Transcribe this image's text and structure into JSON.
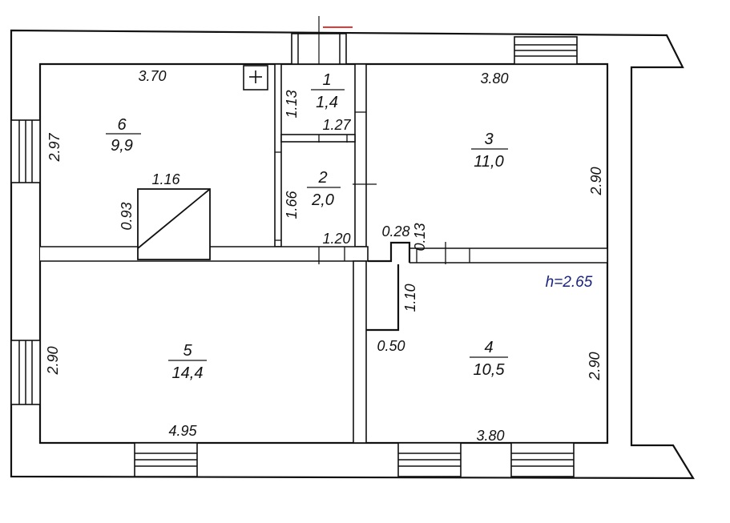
{
  "plan": {
    "height_label": "h=2.65",
    "rooms": [
      {
        "number": "1",
        "area": "1,4"
      },
      {
        "number": "2",
        "area": "2,0"
      },
      {
        "number": "3",
        "area": "11,0"
      },
      {
        "number": "4",
        "area": "10,5"
      },
      {
        "number": "5",
        "area": "14,4"
      },
      {
        "number": "6",
        "area": "9,9"
      }
    ],
    "dimensions": {
      "r6_top": "3.70",
      "r3_top": "3.80",
      "r6_left": "2.97",
      "r1_height": "1.13",
      "r1_width": "1.27",
      "r3_right": "2.90",
      "stair_width": "1.16",
      "stair_height": "0.93",
      "r2_height": "1.66",
      "r2_width": "1.20",
      "niche_width": "0.28",
      "niche_depth": "0.13",
      "corridor_len": "1.10",
      "corridor_width": "0.50",
      "r5_left": "2.90",
      "r4_right": "2.90",
      "r5_bottom": "4.95",
      "r4_bottom": "3.80"
    }
  }
}
